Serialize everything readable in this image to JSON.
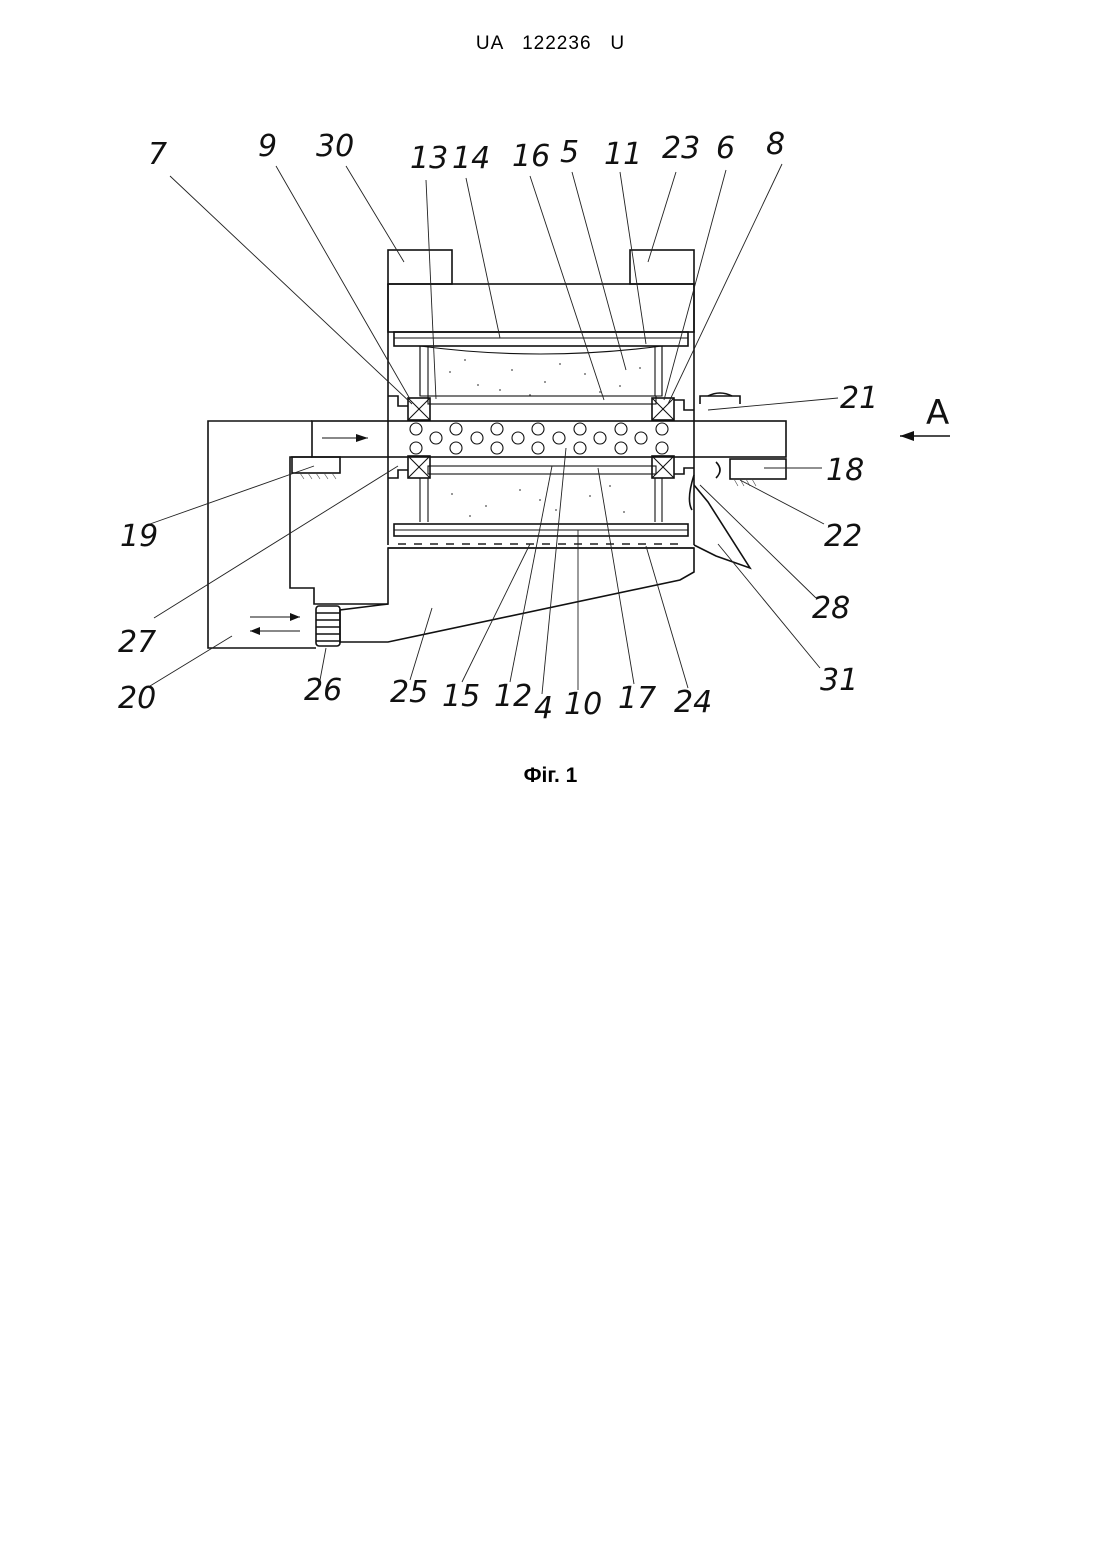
{
  "header": {
    "document_number": "UA   122236   U"
  },
  "figure": {
    "caption": "Фіг. 1",
    "view_marker": "A",
    "labels": {
      "l7": "7",
      "l9": "9",
      "l30": "30",
      "l13": "13",
      "l14": "14",
      "l16": "16",
      "l5": "5",
      "l11": "11",
      "l23": "23",
      "l6": "6",
      "l8": "8",
      "l21": "21",
      "l18": "18",
      "l22": "22",
      "l28": "28",
      "l31": "31",
      "l19": "19",
      "l27": "27",
      "l20": "20",
      "l26": "26",
      "l25": "25",
      "l15": "15",
      "l12": "12",
      "l4": "4",
      "l10": "10",
      "l17": "17",
      "l24": "24"
    }
  }
}
